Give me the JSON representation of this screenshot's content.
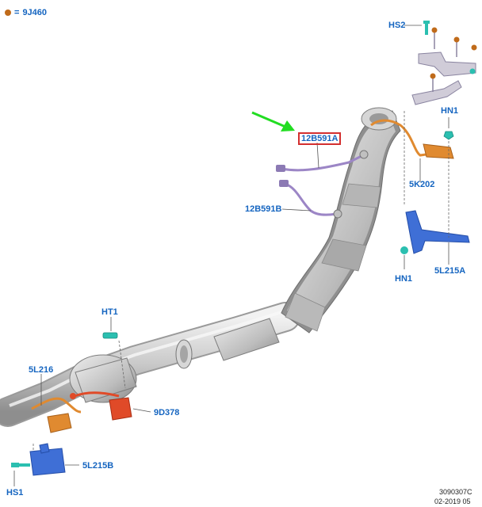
{
  "legend": {
    "marker": "=",
    "part": "9J460",
    "marker_color": "#c06b1a"
  },
  "labels": {
    "hs2": "HS2",
    "hn1_top": "HN1",
    "selected": "12B591A",
    "b591b": "12B591B",
    "k202": "5K202",
    "hn1_bottom": "HN1",
    "l215a": "5L215A",
    "ht1": "HT1",
    "l216": "5L216",
    "d378": "9D378",
    "l215b": "5L215B",
    "hs1": "HS1"
  },
  "footer": {
    "code": "3090307C",
    "date": "02-2019 05"
  },
  "colors": {
    "label": "#1565c0",
    "highlight_box": "#d32f2f",
    "pointer_arrow": "#22dd22",
    "pipe": "#c8c8c8",
    "sensor_wire": "#9c86c6",
    "orange_part": "#e08a30",
    "red_part": "#e04a28",
    "blue_bracket": "#3f6fd6",
    "teal_fastener": "#2bbfb0"
  },
  "icons": [
    "pointer-arrow",
    "legend-dot-icon",
    "bolt-icon",
    "nut-icon",
    "sensor-icon",
    "bracket-icon"
  ]
}
